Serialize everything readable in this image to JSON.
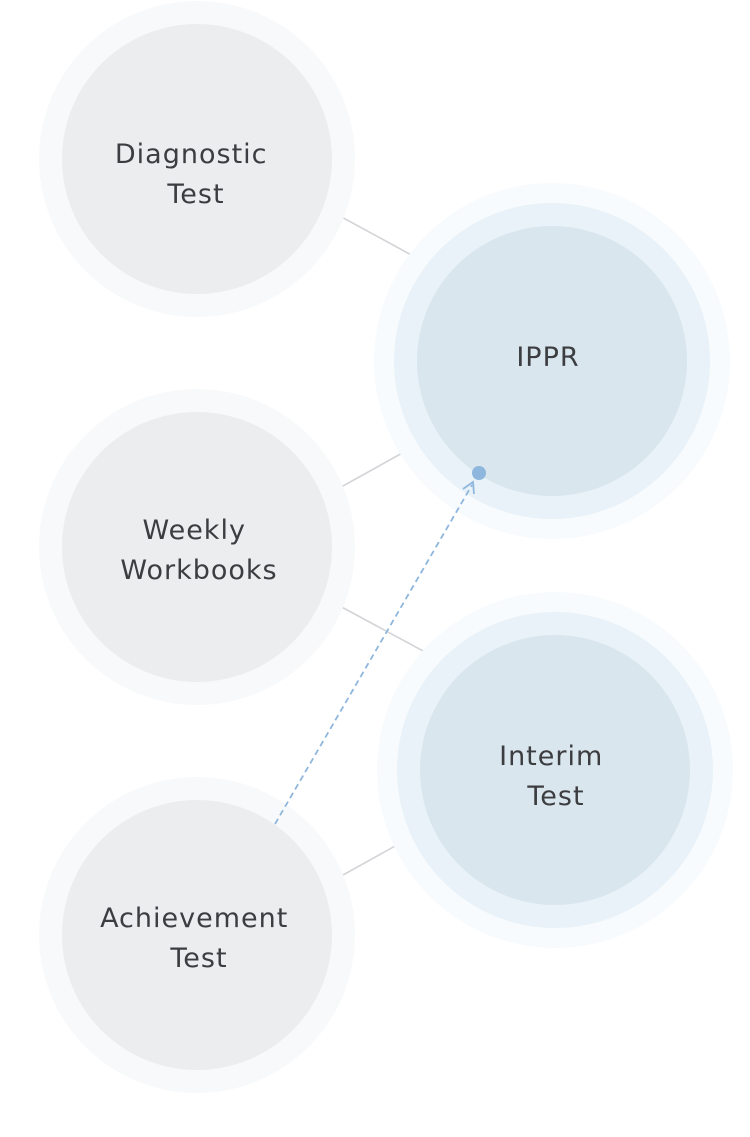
{
  "colors": {
    "left_outer": "#f8f9fa",
    "left_inner": "#ecedef",
    "right_glow": "#f7fbfd",
    "right_outer": "#e8f2f8",
    "right_inner": "#d9e6ee",
    "connector": "#d2d4d7",
    "dashed_arrow": "#8fb7dd",
    "text": "#3c3d40"
  },
  "nodes": {
    "diagnostic": {
      "lines": [
        "Diagnostic",
        "Test"
      ]
    },
    "weekly": {
      "lines": [
        "Weekly",
        "Workbooks"
      ]
    },
    "achievement": {
      "lines": [
        "Achievement",
        "Test"
      ]
    },
    "ippr": {
      "lines": [
        "IPPR"
      ]
    },
    "interim": {
      "lines": [
        "Interim",
        "Test"
      ]
    }
  }
}
